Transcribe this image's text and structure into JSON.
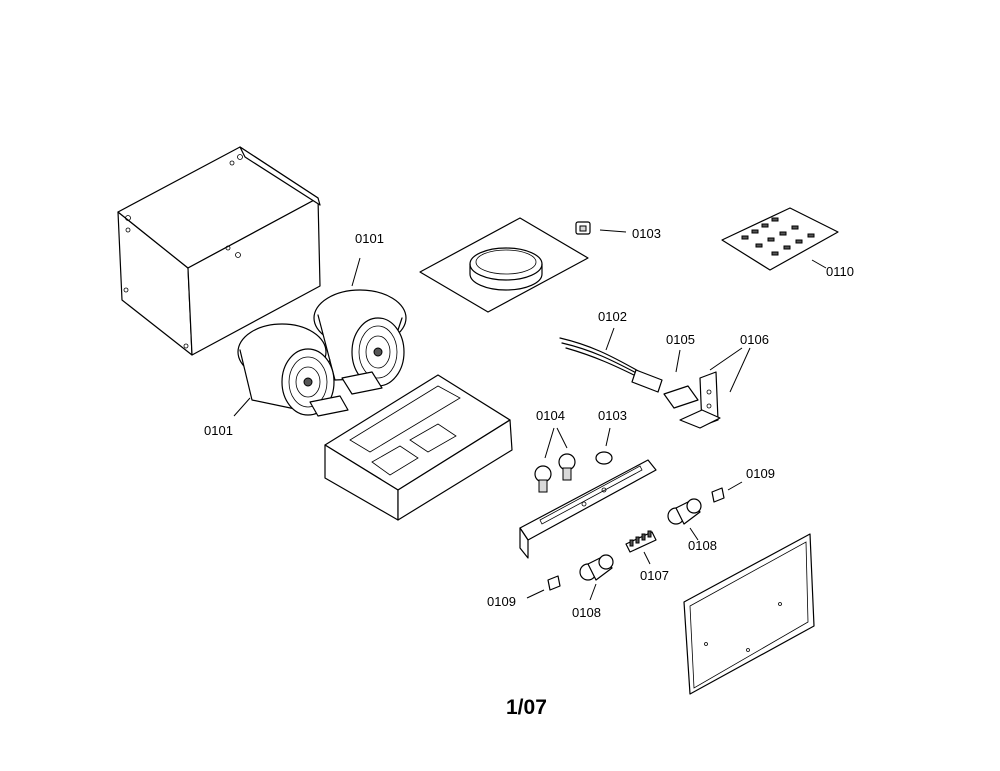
{
  "labels": {
    "blower_top": "0101",
    "blower_bottom": "0101",
    "plug_top": "0103",
    "plug_mid": "0103",
    "harness": "0102",
    "connector": "0105",
    "bracket": "0106",
    "knobs": "0104",
    "hardware_bag": "0110",
    "clip_right": "0109",
    "clip_left": "0109",
    "capacitor_right": "0108",
    "capacitor_left": "0108",
    "terminal": "0107"
  },
  "page_number": "1/07"
}
